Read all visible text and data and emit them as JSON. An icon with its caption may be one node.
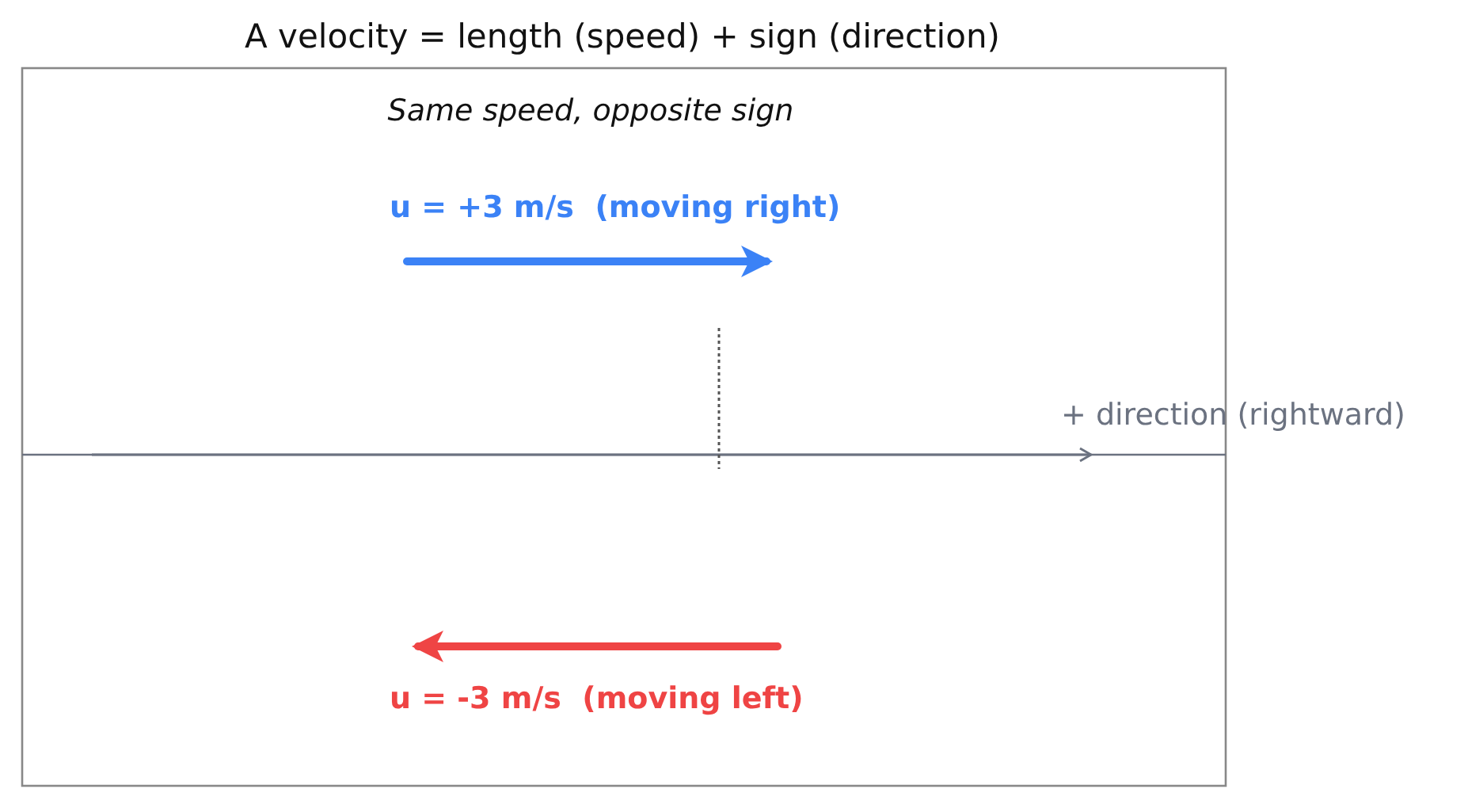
{
  "diagram": {
    "title": "A velocity = length (speed) + sign (direction)",
    "labels": [
      "Same speed, opposite sign",
      "u = +3 m/s  (moving right)",
      "+ direction (rightward)",
      "u = -3 m/s  (moving left)"
    ]
  }
}
